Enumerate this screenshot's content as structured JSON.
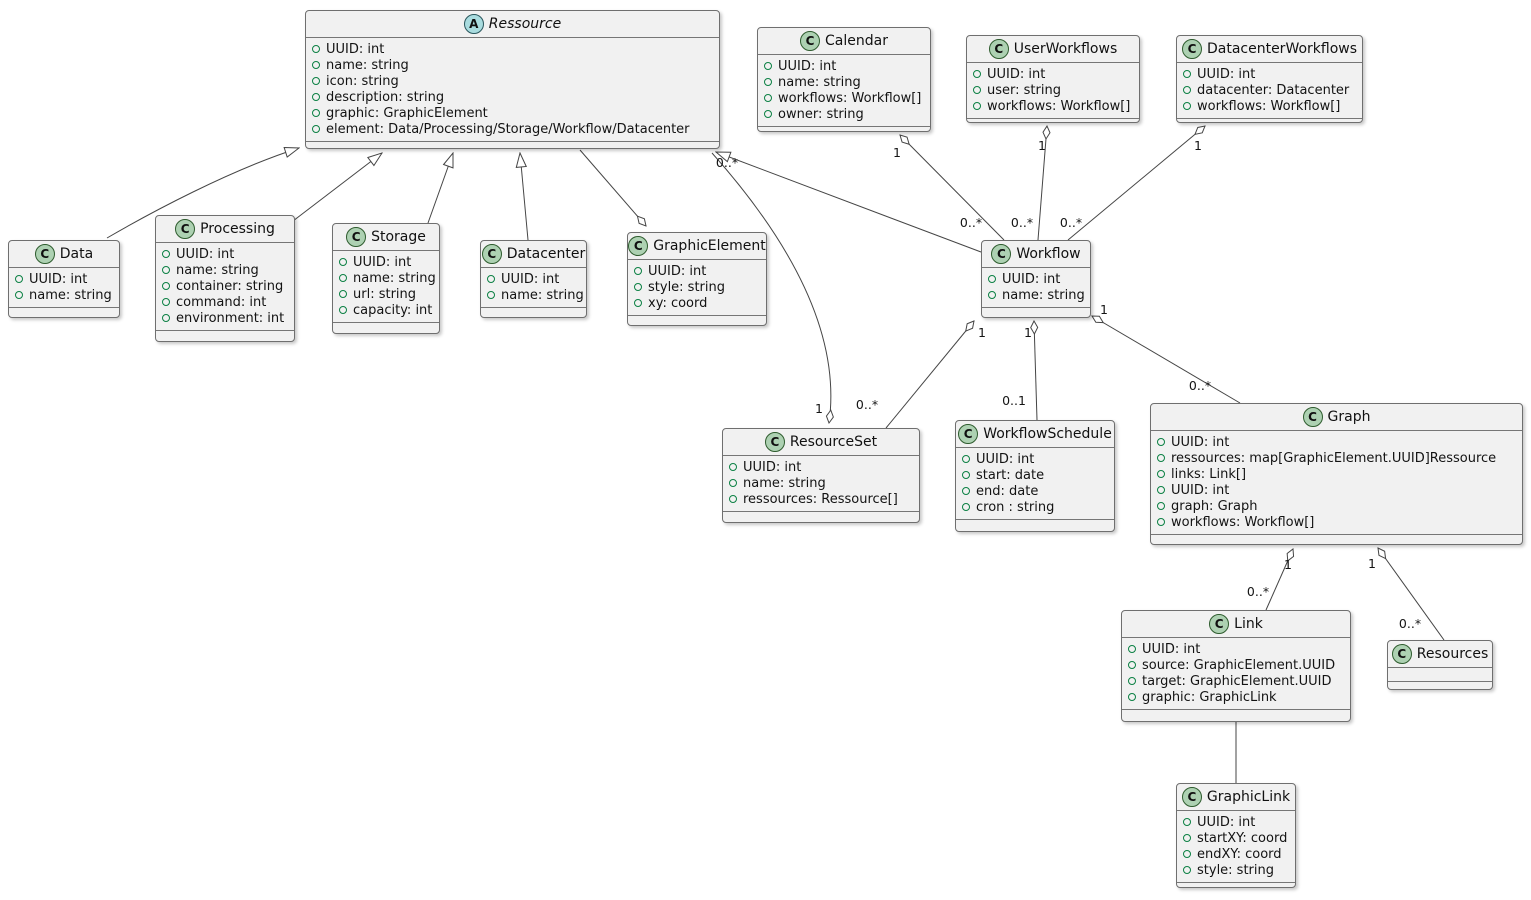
{
  "diagram": {
    "classes": [
      {
        "id": "Ressource",
        "name": "Ressource",
        "kind": "abstract",
        "icon_letter": "A",
        "attributes": [
          "UUID: int",
          "name: string",
          "icon: string",
          "description: string",
          "graphic: GraphicElement",
          "element: Data/Processing/Storage/Workflow/Datacenter"
        ]
      },
      {
        "id": "Calendar",
        "name": "Calendar",
        "kind": "class",
        "icon_letter": "C",
        "attributes": [
          "UUID: int",
          "name: string",
          "workflows: Workflow[]",
          "owner: string"
        ]
      },
      {
        "id": "UserWorkflows",
        "name": "UserWorkflows",
        "kind": "class",
        "icon_letter": "C",
        "attributes": [
          "UUID: int",
          "user: string",
          "workflows: Workflow[]"
        ]
      },
      {
        "id": "DatacenterWorkflows",
        "name": "DatacenterWorkflows",
        "kind": "class",
        "icon_letter": "C",
        "attributes": [
          "UUID: int",
          "datacenter: Datacenter",
          "workflows: Workflow[]"
        ]
      },
      {
        "id": "Data",
        "name": "Data",
        "kind": "class",
        "icon_letter": "C",
        "attributes": [
          "UUID: int",
          "name: string"
        ]
      },
      {
        "id": "Processing",
        "name": "Processing",
        "kind": "class",
        "icon_letter": "C",
        "attributes": [
          "UUID: int",
          "name: string",
          "container: string",
          "command: int",
          "environment: int"
        ]
      },
      {
        "id": "Storage",
        "name": "Storage",
        "kind": "class",
        "icon_letter": "C",
        "attributes": [
          "UUID: int",
          "name: string",
          "url: string",
          "capacity: int"
        ]
      },
      {
        "id": "Datacenter",
        "name": "Datacenter",
        "kind": "class",
        "icon_letter": "C",
        "attributes": [
          "UUID: int",
          "name: string"
        ]
      },
      {
        "id": "GraphicElement",
        "name": "GraphicElement",
        "kind": "class",
        "icon_letter": "C",
        "attributes": [
          "UUID: int",
          "style: string",
          "xy: coord"
        ]
      },
      {
        "id": "Workflow",
        "name": "Workflow",
        "kind": "class",
        "icon_letter": "C",
        "attributes": [
          "UUID: int",
          "name: string"
        ]
      },
      {
        "id": "ResourceSet",
        "name": "ResourceSet",
        "kind": "class",
        "icon_letter": "C",
        "attributes": [
          "UUID: int",
          "name: string",
          "ressources: Ressource[]"
        ]
      },
      {
        "id": "WorkflowSchedule",
        "name": "WorkflowSchedule",
        "kind": "class",
        "icon_letter": "C",
        "attributes": [
          "UUID: int",
          "start: date",
          "end: date",
          "cron : string"
        ]
      },
      {
        "id": "Graph",
        "name": "Graph",
        "kind": "class",
        "icon_letter": "C",
        "attributes": [
          "UUID: int",
          "ressources: map[GraphicElement.UUID]Ressource",
          "links: Link[]",
          "UUID: int",
          "graph: Graph",
          "workflows: Workflow[]"
        ]
      },
      {
        "id": "Link",
        "name": "Link",
        "kind": "class",
        "icon_letter": "C",
        "attributes": [
          "UUID: int",
          "source: GraphicElement.UUID",
          "target: GraphicElement.UUID",
          "graphic: GraphicLink"
        ]
      },
      {
        "id": "Resources",
        "name": "Resources",
        "kind": "class",
        "icon_letter": "C",
        "attributes": []
      },
      {
        "id": "GraphicLink",
        "name": "GraphicLink",
        "kind": "class",
        "icon_letter": "C",
        "attributes": [
          "UUID: int",
          "startXY: coord",
          "endXY: coord",
          "style: string"
        ]
      }
    ],
    "edges": [
      {
        "id": "data-ressource",
        "from": "Data",
        "to": "Ressource",
        "type": "inheritance",
        "labels": []
      },
      {
        "id": "processing-ressource",
        "from": "Processing",
        "to": "Ressource",
        "type": "inheritance",
        "labels": []
      },
      {
        "id": "storage-ressource",
        "from": "Storage",
        "to": "Ressource",
        "type": "inheritance",
        "labels": []
      },
      {
        "id": "datacenter-ressource",
        "from": "Datacenter",
        "to": "Ressource",
        "type": "inheritance",
        "labels": []
      },
      {
        "id": "workflow-ressource",
        "from": "Workflow",
        "to": "Ressource",
        "type": "inheritance",
        "labels": []
      },
      {
        "id": "ressource-graphicelement",
        "from": "Ressource",
        "to": "GraphicElement",
        "type": "aggregation",
        "labels": []
      },
      {
        "id": "ressource-resourceset",
        "from": "Ressource",
        "to": "ResourceSet",
        "type": "aggregation",
        "labels": [
          {
            "text": "0..*"
          },
          {
            "text": "1"
          }
        ]
      },
      {
        "id": "calendar-workflow",
        "from": "Calendar",
        "to": "Workflow",
        "type": "aggregation",
        "labels": [
          {
            "text": "1"
          },
          {
            "text": "0..*"
          }
        ]
      },
      {
        "id": "userworkflows-workflow",
        "from": "UserWorkflows",
        "to": "Workflow",
        "type": "aggregation",
        "labels": [
          {
            "text": "1"
          },
          {
            "text": "0..*"
          }
        ]
      },
      {
        "id": "datacenterworkflows-workflow",
        "from": "DatacenterWorkflows",
        "to": "Workflow",
        "type": "aggregation",
        "labels": [
          {
            "text": "1"
          },
          {
            "text": "0..*"
          }
        ]
      },
      {
        "id": "workflow-resourceset",
        "from": "Workflow",
        "to": "ResourceSet",
        "type": "aggregation",
        "labels": [
          {
            "text": "1"
          },
          {
            "text": "0..*"
          }
        ]
      },
      {
        "id": "workflow-workflowschedule",
        "from": "Workflow",
        "to": "WorkflowSchedule",
        "type": "aggregation",
        "labels": [
          {
            "text": "1"
          },
          {
            "text": "0..1"
          }
        ]
      },
      {
        "id": "workflow-graph",
        "from": "Workflow",
        "to": "Graph",
        "type": "aggregation",
        "labels": [
          {
            "text": "1"
          },
          {
            "text": "0..*"
          }
        ]
      },
      {
        "id": "graph-link",
        "from": "Graph",
        "to": "Link",
        "type": "aggregation",
        "labels": [
          {
            "text": "1"
          },
          {
            "text": "0..*"
          }
        ]
      },
      {
        "id": "graph-resources",
        "from": "Graph",
        "to": "Resources",
        "type": "aggregation",
        "labels": [
          {
            "text": "1"
          },
          {
            "text": "0..*"
          }
        ]
      },
      {
        "id": "link-graphiclink",
        "from": "Link",
        "to": "GraphicLink",
        "type": "association",
        "labels": []
      }
    ]
  },
  "colors": {
    "background": "#ffffff",
    "box_fill": "#f1f1f1",
    "box_border": "#6f6f6f",
    "edge_line": "#454545",
    "class_icon_fill": "#add1b2",
    "abstract_icon_fill": "#a9dcdf",
    "attribute_dot": "#0b8043"
  }
}
